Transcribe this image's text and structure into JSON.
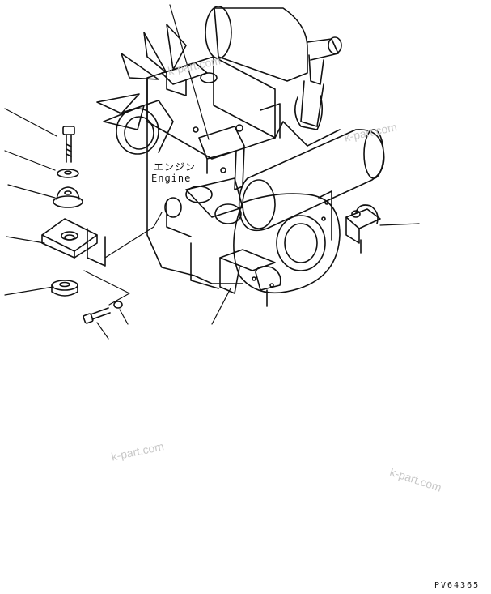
{
  "labels": {
    "engine_ja": "エンジン",
    "engine_en": "Engine"
  },
  "drawing_code": "PV64365",
  "watermarks": [
    "k-part.com",
    "k-part.com",
    "k-part.com",
    "k-part.com"
  ],
  "colors": {
    "ink": "#111111",
    "watermark": "#c8c8c8",
    "background": "#ffffff"
  }
}
